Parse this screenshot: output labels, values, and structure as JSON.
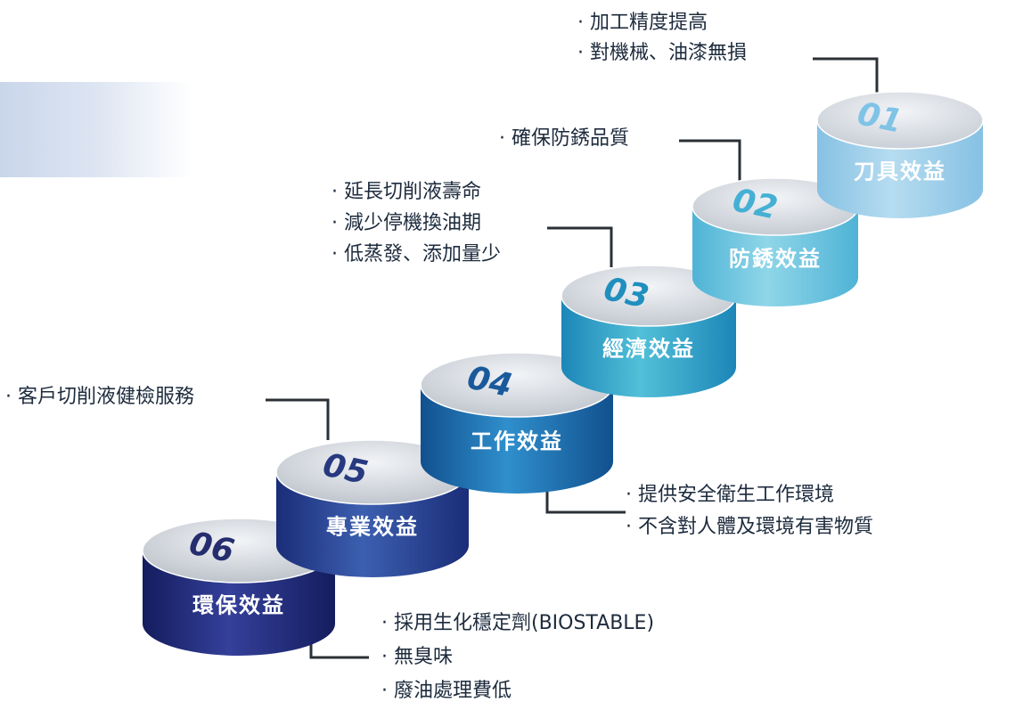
{
  "steps": [
    {
      "num": "01",
      "title": "刀具效益",
      "notes": [
        "· 加工精度提高",
        "· 對機械、油漆無損"
      ],
      "colors": {
        "top": "#c6ccd4",
        "side_light": "#b6dcf0",
        "side_dark": "#86c1e3",
        "num": "#7fc3e6"
      }
    },
    {
      "num": "02",
      "title": "防銹效益",
      "notes": [
        "· 確保防銹品質"
      ],
      "colors": {
        "top": "#c2c8d0",
        "side_light": "#8fd6e8",
        "side_dark": "#4fb3d6",
        "num": "#45b0d4"
      }
    },
    {
      "num": "03",
      "title": "經濟效益",
      "notes": [
        "· 延長切削液壽命",
        "· 減少停機換油期",
        "· 低蒸發、添加量少"
      ],
      "colors": {
        "top": "#c0c6ce",
        "side_light": "#52c0d8",
        "side_dark": "#1c86b8",
        "num": "#1f8fbe"
      }
    },
    {
      "num": "04",
      "title": "工作效益",
      "notes": [
        "· 提供安全衛生工作環境",
        "· 不含對人體及環境有害物質"
      ],
      "colors": {
        "top": "#bec4cc",
        "side_light": "#2f8fcc",
        "side_dark": "#12508f",
        "num": "#1a5a9c"
      }
    },
    {
      "num": "05",
      "title": "專業效益",
      "notes": [
        "· 客戶切削液健檢服務"
      ],
      "colors": {
        "top": "#bcc2ca",
        "side_light": "#3d5fb0",
        "side_dark": "#1a2d78",
        "num": "#27397f"
      }
    },
    {
      "num": "06",
      "title": "環保效益",
      "notes": [
        "· 採用生化穩定劑(BIOSTABLE)",
        "· 無臭味",
        "· 廢油處理費低"
      ],
      "colors": {
        "top": "#bac0c8",
        "side_light": "#34409a",
        "side_dark": "#141d5e",
        "num": "#252d6e"
      }
    }
  ],
  "connector_color": "#2b3036"
}
